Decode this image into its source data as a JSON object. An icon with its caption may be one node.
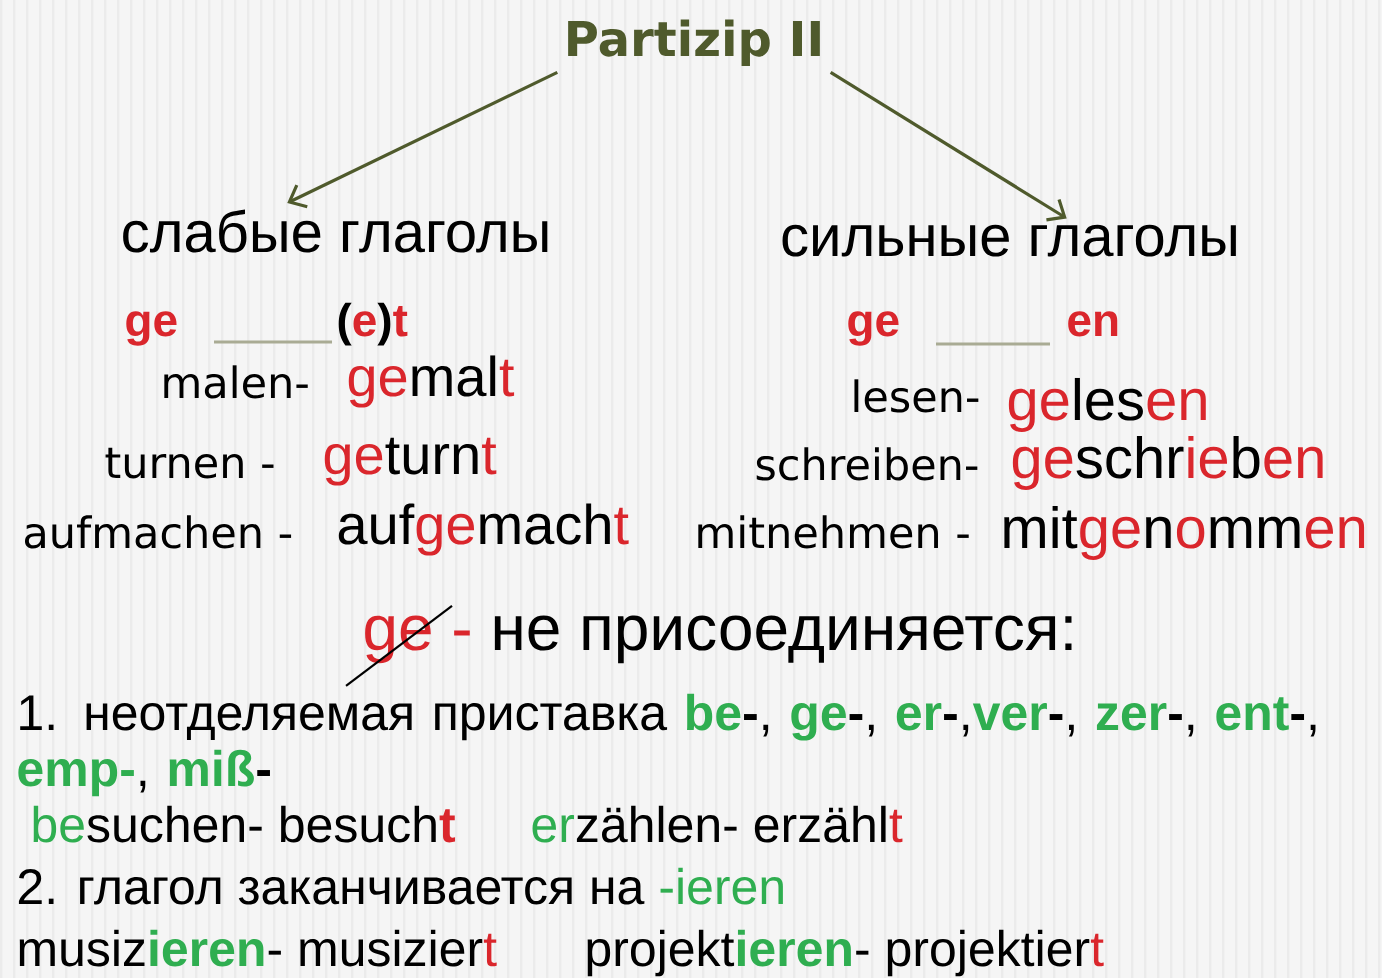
{
  "diagram": {
    "nodes": [
      {
        "text": [
          "Partizip II"
        ]
      },
      {
        "text": [
          "слабые глаголы"
        ]
      },
      {
        "text": [
          "сильные глаголы"
        ]
      }
    ],
    "edges": [
      {
        "from": 0,
        "to": 1,
        "arrow": "to"
      },
      {
        "from": 0,
        "to": 2,
        "arrow": "to"
      }
    ],
    "labels": [
      "ge",
      "(e)t",
      "malen-",
      "gemalt",
      "turnen -",
      "geturnt",
      "aufmachen -",
      "aufgemacht",
      "ge",
      "en",
      "lesen-",
      "gelesen",
      "schreiben-",
      "geschrieben",
      "mitnehmen -",
      "mitgenommen",
      "ge - не присоединяется:",
      "1. неотделяемая приставка **be-**, **ge-**, **er-**,**ver-**, **zer-**, **ent-**, **emp-**, **miß-**",
      "besuchen- besuch**t**",
      "erzählen- erzählt",
      "2. глагол заканчивается на -ieren",
      "musiz**ieren**- musiziert",
      "projekt**ieren**- projektiert"
    ]
  }
}
